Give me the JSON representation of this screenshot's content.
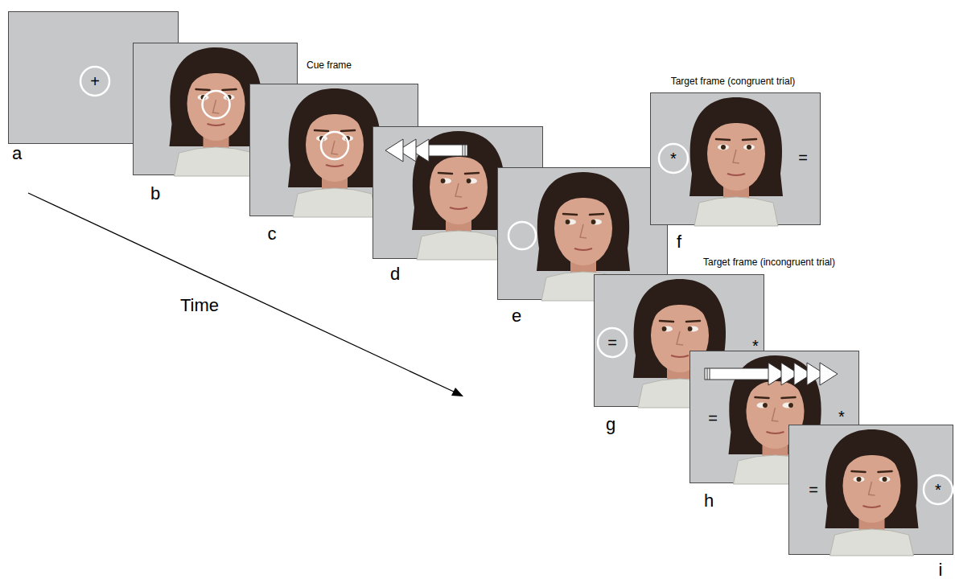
{
  "diagram": {
    "nodes": [
      {
        "text": [
          "+",
          "a"
        ]
      },
      {
        "text": [
          "b"
        ]
      },
      {
        "text": [
          "Cue frame",
          "c"
        ]
      },
      {
        "text": [
          "d"
        ]
      },
      {
        "text": [
          "e"
        ]
      },
      {
        "text": [
          "Target frame (congruent trial)",
          "*",
          "=",
          "f"
        ]
      },
      {
        "text": [
          "Target frame (incongruent trial)",
          "=",
          "*",
          "g"
        ]
      },
      {
        "text": [
          "=",
          "*",
          "h"
        ]
      },
      {
        "text": [
          "=",
          "*",
          "i"
        ]
      }
    ],
    "labels": [
      "Time"
    ]
  }
}
